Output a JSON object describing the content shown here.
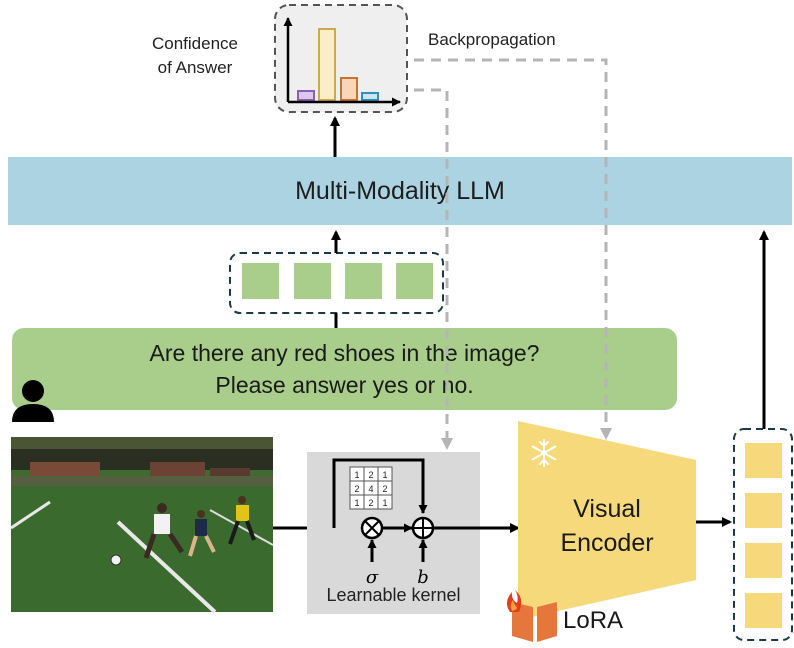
{
  "chart_labels": {
    "confidence_line1": "Confidence",
    "confidence_line2": "of Answer",
    "backpropagation": "Backpropagation"
  },
  "llm": {
    "label": "Multi-Modality LLM"
  },
  "prompt": {
    "line1": "Are there any red shoes in the image?",
    "line2": "Please answer yes or no."
  },
  "kernel": {
    "label": "Learnable kernel",
    "matrix": [
      "1",
      "2",
      "1",
      "2",
      "4",
      "2",
      "1",
      "2",
      "1"
    ],
    "sigma": "σ",
    "b": "b"
  },
  "encoder": {
    "line1": "Visual",
    "line2": "Encoder",
    "lora": "LoRA"
  },
  "colors": {
    "llm": "#acd3e1",
    "prompt": "#a9cd8a",
    "token_green": "#a9cd8a",
    "token_yellow": "#f6d97a",
    "encoder": "#f6d97a",
    "kernel_bg": "#d9d9d9",
    "lora": "#e5773c",
    "dashed_arrow": "#b5b5b5"
  },
  "icons": [
    "user-icon",
    "snowflake-icon",
    "flame-icon",
    "bar-chart-icon"
  ]
}
